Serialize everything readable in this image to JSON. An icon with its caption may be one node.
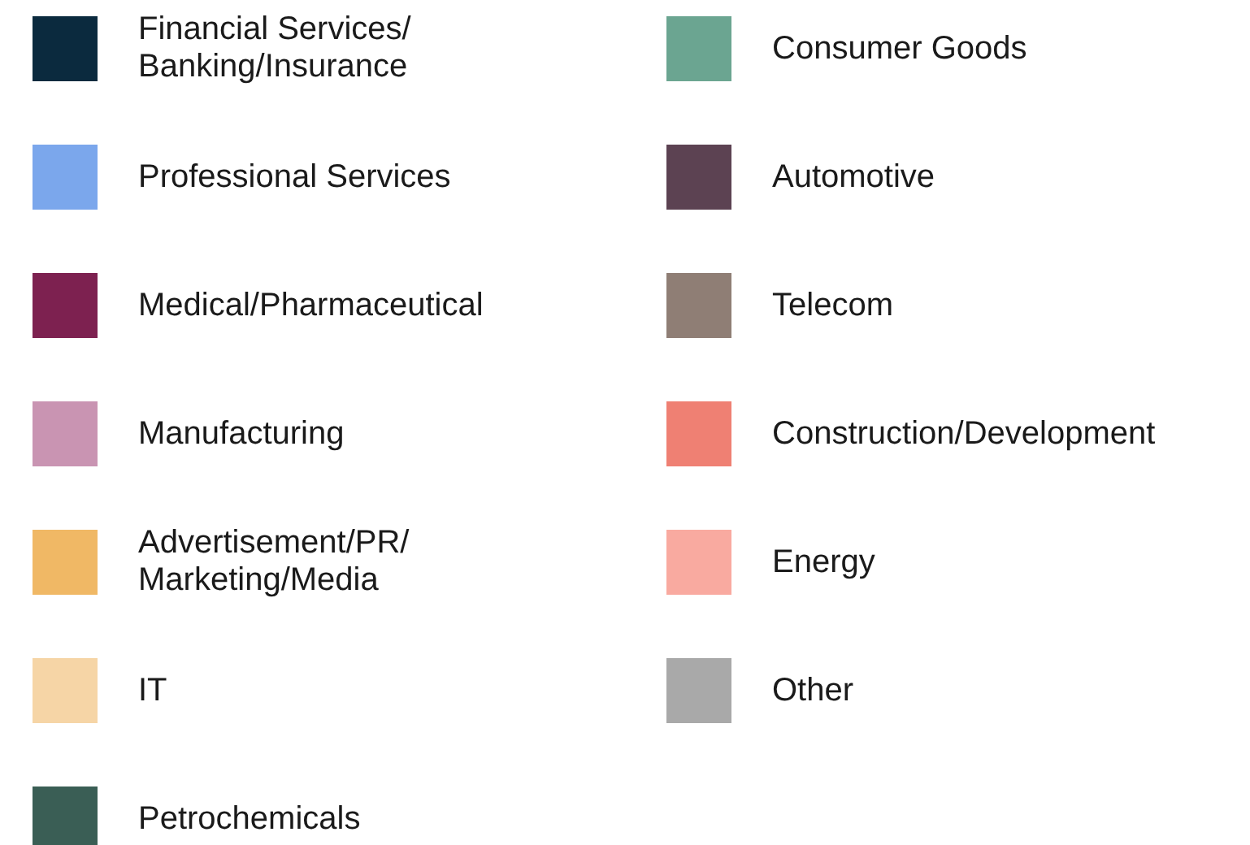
{
  "diagram": {
    "legend": [
      {
        "text": "Financial Services/ Banking/Insurance",
        "color": "#0b2a3e"
      },
      {
        "text": "Professional Services",
        "color": "#7ba7ec"
      },
      {
        "text": "Medical/Pharmaceutical",
        "color": "#7d2150"
      },
      {
        "text": "Manufacturing",
        "color": "#c994b2"
      },
      {
        "text": "Advertisement/PR/ Marketing/Media",
        "color": "#f0b865"
      },
      {
        "text": "IT",
        "color": "#f6d5a6"
      },
      {
        "text": "Petrochemicals",
        "color": "#3a5e55"
      },
      {
        "text": "Consumer Goods",
        "color": "#6ba591"
      },
      {
        "text": "Automotive",
        "color": "#5c4252"
      },
      {
        "text": "Telecom",
        "color": "#8f7e75"
      },
      {
        "text": "Construction/Development",
        "color": "#ef8073"
      },
      {
        "text": "Energy",
        "color": "#f9aaa0"
      },
      {
        "text": "Other",
        "color": "#a9a9a9"
      }
    ]
  }
}
